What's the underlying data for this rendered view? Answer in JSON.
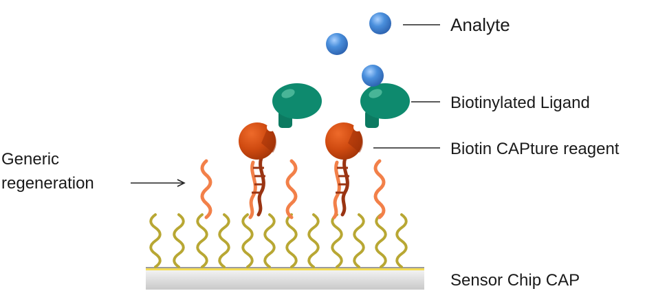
{
  "labels": {
    "analyte": "Analyte",
    "ligand": "Biotinylated Ligand",
    "capture_reagent": "Biotin CAPture reagent",
    "regeneration_line1": "Generic",
    "regeneration_line2": "regeneration",
    "sensor_chip": "Sensor Chip CAP"
  },
  "colors": {
    "analyte": "#4a8fdc",
    "ligand": "#0e8a6e",
    "capture_sphere": "#cf4a10",
    "capture_strand": "#9a3412",
    "oligo": "#f28049",
    "dextran": "#b8a733",
    "chip_gold": "#e9cd3b",
    "chip_body": "#d6d6d6"
  }
}
